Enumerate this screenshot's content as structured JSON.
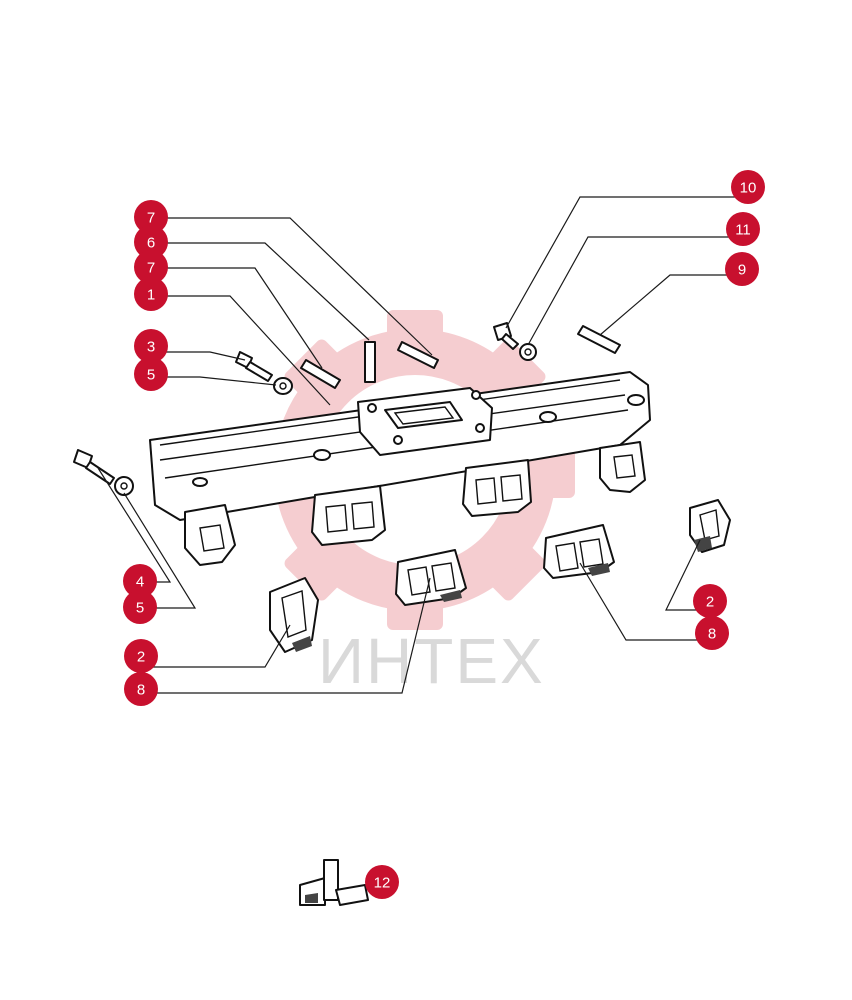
{
  "watermark": {
    "text": "ИНТЕХ",
    "gear_color": "#f4c8cc",
    "text_color": "#d9d9d9"
  },
  "accent_color": "#c8102e",
  "callouts": [
    {
      "id": "c-7a",
      "label": "7"
    },
    {
      "id": "c-6",
      "label": "6"
    },
    {
      "id": "c-7b",
      "label": "7"
    },
    {
      "id": "c-1",
      "label": "1"
    },
    {
      "id": "c-3",
      "label": "3"
    },
    {
      "id": "c-5a",
      "label": "5"
    },
    {
      "id": "c-4",
      "label": "4"
    },
    {
      "id": "c-5b",
      "label": "5"
    },
    {
      "id": "c-2a",
      "label": "2"
    },
    {
      "id": "c-8a",
      "label": "8"
    },
    {
      "id": "c-10",
      "label": "10"
    },
    {
      "id": "c-11",
      "label": "11"
    },
    {
      "id": "c-9",
      "label": "9"
    },
    {
      "id": "c-2b",
      "label": "2"
    },
    {
      "id": "c-8b",
      "label": "8"
    },
    {
      "id": "c-12",
      "label": "12"
    }
  ]
}
